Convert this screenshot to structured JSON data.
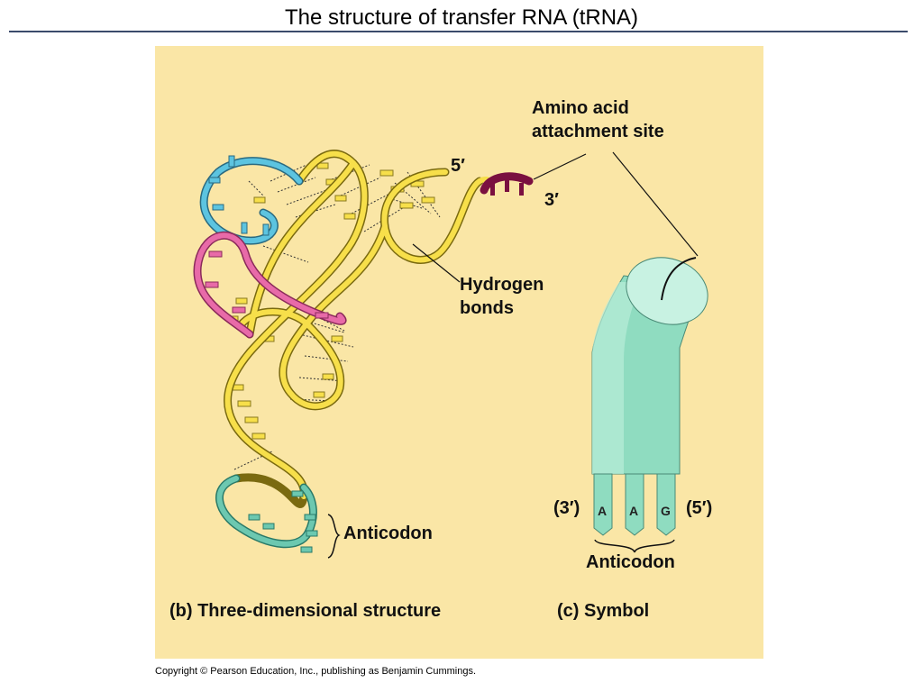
{
  "title": "The structure of transfer RNA (tRNA)",
  "labels": {
    "amino_acid_line1": "Amino acid",
    "amino_acid_line2": "attachment site",
    "five_prime": "5′",
    "three_prime": "3′",
    "hydrogen_line1": "Hydrogen",
    "hydrogen_line2": "bonds",
    "anticodon_3d": "Anticodon",
    "three_prime_paren": "(3′)",
    "five_prime_paren": "(5′)",
    "base_1": "A",
    "base_2": "A",
    "base_3": "G",
    "anticodon_symbol": "Anticodon",
    "caption_b": "(b) Three-dimensional structure",
    "caption_c": "(c) Symbol"
  },
  "colors": {
    "panel_background": "#fae6a6",
    "backbone_yellow": "#f7df4a",
    "loop_blue": "#5cc4e0",
    "loop_pink": "#e86aa8",
    "anticodon_teal": "#6cc8b0",
    "three_prime_end": "#7a1040",
    "symbol_body": "#8fdcc0"
  },
  "copyright": "Copyright © Pearson Education, Inc., publishing as Benjamin Cummings."
}
